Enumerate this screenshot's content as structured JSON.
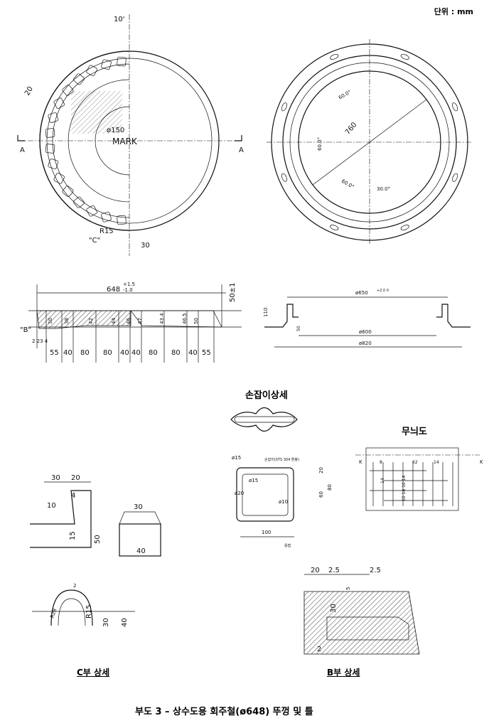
{
  "unit_label": "단위 : mm",
  "cover_plan": {
    "angle": "10'",
    "rib": "20",
    "radius": "R15",
    "detail_c": "\"C\"",
    "notch": "30",
    "section_left": "A",
    "section_right": "A",
    "mark": "MARK",
    "center_dia": "ø150"
  },
  "frame_plan": {
    "diameter": "760",
    "angle1": "60.0°",
    "angle2": "60.0°",
    "angle3": "60.0°",
    "angle4": "30.0°"
  },
  "cover_section": {
    "width": "648",
    "tol_upper": "+1.5",
    "tol_lower": "-1.0",
    "height": "50±1",
    "detail_b": "\"B\"",
    "small_dims": "2 23 4",
    "segments": [
      "55",
      "40",
      "80",
      "80",
      "40",
      "40",
      "80",
      "80",
      "40",
      "55"
    ],
    "thickness": [
      "30",
      "38",
      "42",
      "44",
      "46",
      "47",
      "43.4",
      "46.5",
      "50"
    ]
  },
  "frame_section": {
    "top_dia": "ø650",
    "top_tol": "+2.0 0",
    "inner_dia": "ø600",
    "outer_dia": "ø820",
    "height": "110",
    "flange": "50"
  },
  "handle_detail": {
    "title": "손잡이상세",
    "material": "손잡이(STS 304 환봉)",
    "d15": "ø15",
    "d15b": "ø15",
    "d20": "ø20",
    "d10": "ø10",
    "width": "100",
    "h20": "20",
    "h60": "60",
    "h80": "80",
    "weld": "용접"
  },
  "pattern": {
    "title": "무늬도",
    "k_left": "K",
    "k_right": "K",
    "d1": "8",
    "d2": "62",
    "d3": "14",
    "d4": "14",
    "d5": "10 14 10 14"
  },
  "detail_c": {
    "title": "C부 상세",
    "top": [
      "30",
      "20"
    ],
    "d4": "4",
    "d10": "10",
    "d15": "15",
    "h50": "50",
    "w30": "30",
    "w40": "40",
    "t2": "2",
    "r28": "R28",
    "r15": "R15",
    "h30": "30",
    "h40": "40"
  },
  "detail_b": {
    "title": "B부 상세",
    "w20": "20",
    "w25a": "2.5",
    "w25b": "2.5",
    "d5": "5",
    "h30": "30",
    "b2": "2"
  },
  "caption": "부도 3 – 상수도용 회주철(ø648) 뚜껑 및 틀"
}
